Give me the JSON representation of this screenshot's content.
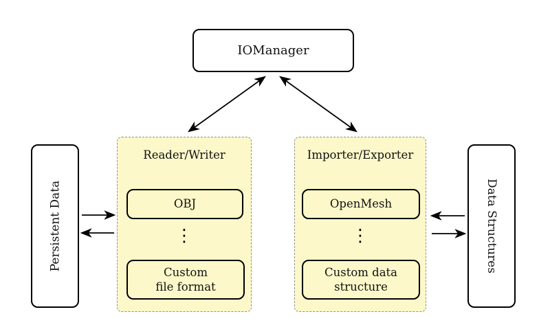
{
  "nodes": {
    "iomanager": {
      "label": "IOManager"
    },
    "persistent_data": {
      "label": "Persistent Data"
    },
    "data_structures": {
      "label": "Data Structures"
    },
    "reader_writer": {
      "title": "Reader/Writer",
      "items": [
        "OBJ",
        "Custom\nfile format"
      ],
      "ellipsis": "⋮"
    },
    "importer_exporter": {
      "title": "Importer/Exporter",
      "items": [
        "OpenMesh",
        "Custom data\nstructure"
      ],
      "ellipsis": "⋮"
    }
  },
  "colors": {
    "panel_fill": "#fcf8c9",
    "panel_border": "#8f8f8f",
    "node_border": "#000000",
    "node_fill": "#ffffff",
    "arrow": "#000000",
    "background": "#ffffff"
  },
  "arrows": [
    {
      "from": "iomanager",
      "to": "reader_writer",
      "direction": "both"
    },
    {
      "from": "iomanager",
      "to": "importer_exporter",
      "direction": "both"
    },
    {
      "from": "persistent_data",
      "to": "reader_writer",
      "direction": "right"
    },
    {
      "from": "reader_writer",
      "to": "persistent_data",
      "direction": "left"
    },
    {
      "from": "data_structures",
      "to": "importer_exporter",
      "direction": "left"
    },
    {
      "from": "importer_exporter",
      "to": "data_structures",
      "direction": "right"
    }
  ]
}
